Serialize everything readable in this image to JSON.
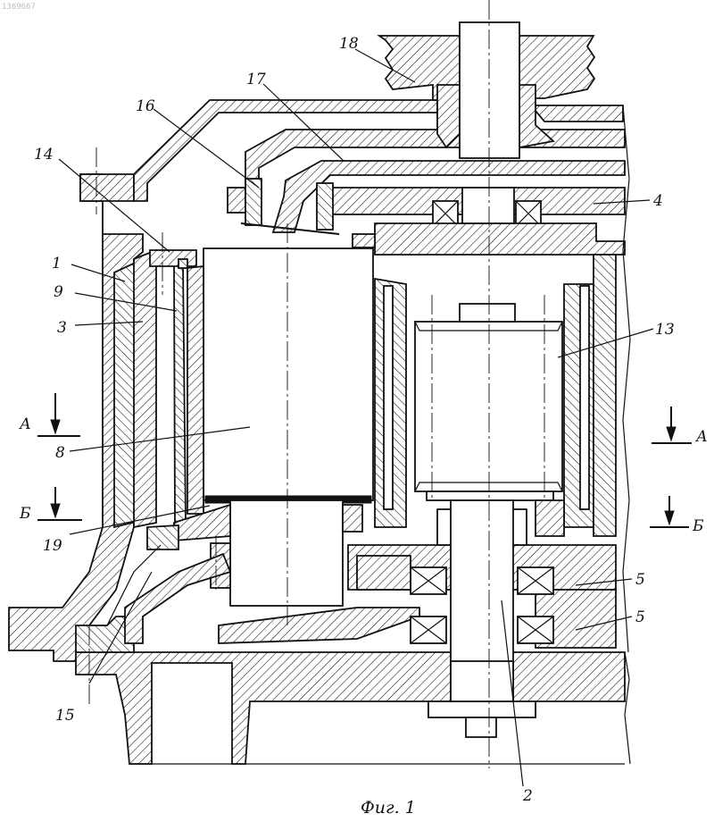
{
  "figure": {
    "caption": "Фиг. 1",
    "watermark": "1369667"
  },
  "callouts": [
    {
      "id": "c1",
      "text": "1"
    },
    {
      "id": "c9",
      "text": "9"
    },
    {
      "id": "c3",
      "text": "3"
    },
    {
      "id": "c8",
      "text": "8"
    },
    {
      "id": "c19",
      "text": "19"
    },
    {
      "id": "c14",
      "text": "14"
    },
    {
      "id": "c15",
      "text": "15"
    },
    {
      "id": "c16",
      "text": "16"
    },
    {
      "id": "c17",
      "text": "17"
    },
    {
      "id": "c18",
      "text": "18"
    },
    {
      "id": "c4",
      "text": "4"
    },
    {
      "id": "c13",
      "text": "13"
    },
    {
      "id": "c5a",
      "text": "5"
    },
    {
      "id": "c5b",
      "text": "5"
    },
    {
      "id": "c2",
      "text": "2"
    }
  ],
  "section_marks": [
    {
      "id": "A_left",
      "text": "А"
    },
    {
      "id": "A_right",
      "text": "А"
    },
    {
      "id": "B_left",
      "text": "Б"
    },
    {
      "id": "B_right",
      "text": "Б"
    }
  ]
}
